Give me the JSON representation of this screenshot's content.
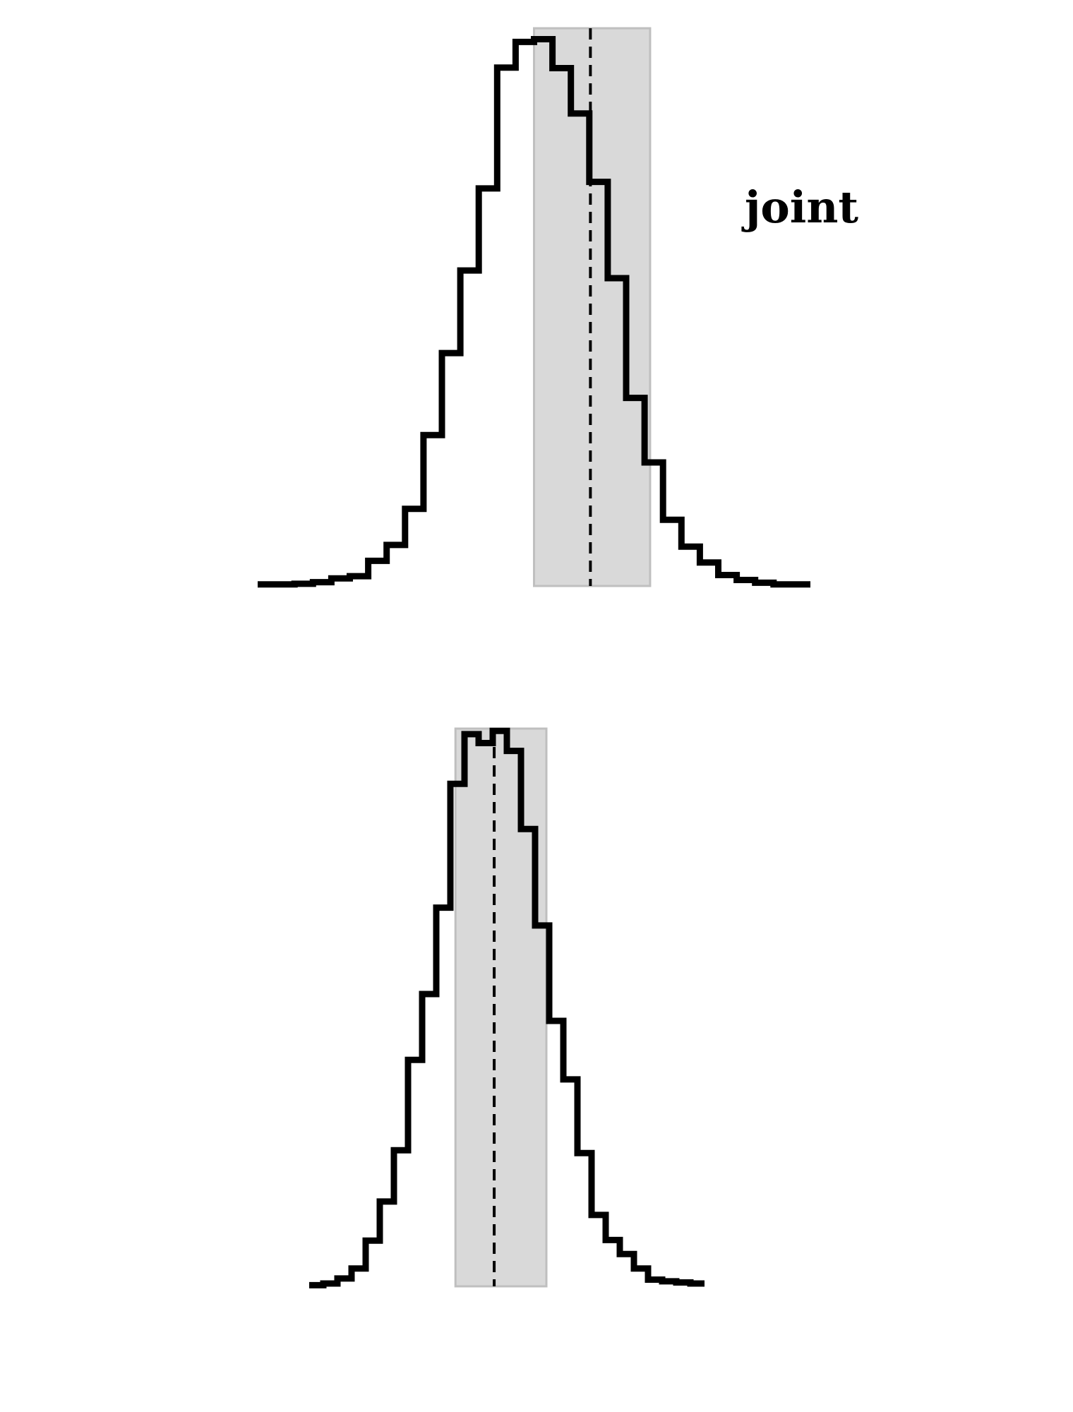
{
  "colors": {
    "line": "#000000",
    "band": "#d9d9d9",
    "band_edge": "#bfbfbf",
    "background": "#ffffff"
  },
  "chart_data": [
    {
      "type": "histogram-step",
      "label": "joint",
      "axes_visible": false,
      "values": [
        0.003,
        0.003,
        0.004,
        0.007,
        0.014,
        0.018,
        0.046,
        0.075,
        0.141,
        0.276,
        0.426,
        0.577,
        0.727,
        0.948,
        0.995,
        1.0,
        0.947,
        0.864,
        0.739,
        0.563,
        0.344,
        0.226,
        0.121,
        0.072,
        0.043,
        0.02,
        0.011,
        0.006,
        0.003,
        0.003
      ],
      "ylim": [
        0,
        1.02
      ],
      "band": [
        0.5,
        0.71
      ],
      "marker": 0.602,
      "marker_style": "dashed"
    },
    {
      "type": "histogram-step",
      "label": "",
      "axes_visible": false,
      "values": [
        0.002,
        0.005,
        0.014,
        0.032,
        0.082,
        0.152,
        0.244,
        0.406,
        0.524,
        0.679,
        0.901,
        0.99,
        0.974,
        0.996,
        0.96,
        0.82,
        0.647,
        0.476,
        0.371,
        0.239,
        0.128,
        0.083,
        0.058,
        0.032,
        0.012,
        0.009,
        0.007,
        0.005
      ],
      "ylim": [
        0,
        1.0
      ],
      "band": [
        0.37,
        0.6
      ],
      "marker": 0.468,
      "marker_style": "dashed"
    }
  ]
}
